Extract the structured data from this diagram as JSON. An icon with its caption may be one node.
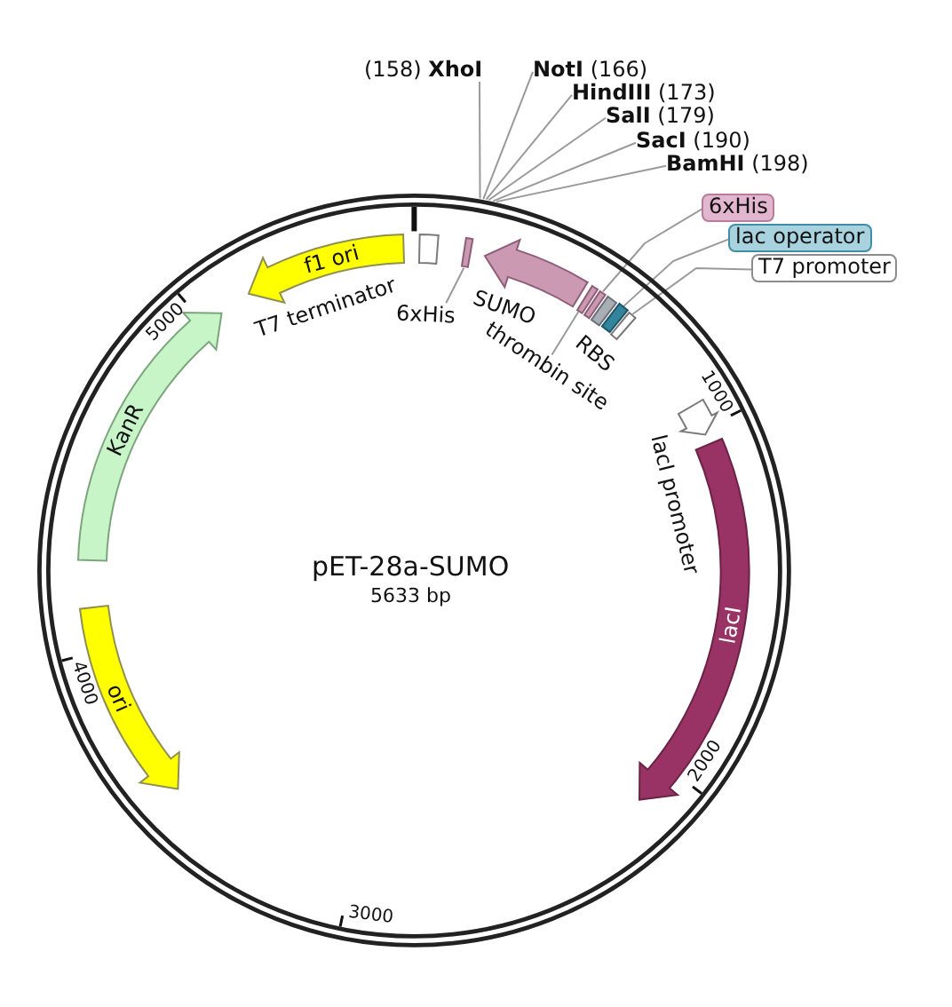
{
  "diagram": {
    "nodes": [
      {
        "text": [
          "pET-28a-SUMO",
          "5633 bp"
        ]
      },
      {
        "text": [
          "(158) **XhoI**"
        ]
      },
      {
        "text": [
          "**NotI** (166)"
        ]
      },
      {
        "text": [
          "**HindIII** (173)"
        ]
      },
      {
        "text": [
          "**SalI** (179)"
        ]
      },
      {
        "text": [
          "**SacI** (190)"
        ]
      },
      {
        "text": [
          "**BamHI** (198)"
        ]
      },
      {
        "text": [
          "6xHis"
        ]
      },
      {
        "text": [
          "lac operator"
        ]
      },
      {
        "text": [
          "T7 promoter"
        ]
      },
      {
        "text": [
          "f1 ori"
        ],
        "in": 0
      },
      {
        "text": [
          "T7 terminator"
        ],
        "in": 0
      },
      {
        "text": [],
        "shape": "bar",
        "in": 0
      },
      {
        "text": [
          "6xHis"
        ],
        "in": 0
      },
      {
        "text": [
          "SUMO"
        ],
        "in": 0
      },
      {
        "text": [],
        "shape": "bar",
        "in": 0
      },
      {
        "text": [
          "thrombin site"
        ],
        "in": 0
      },
      {
        "text": [],
        "shape": "bar",
        "in": 0
      },
      {
        "text": [
          "RBS"
        ],
        "in": 0
      },
      {
        "text": [],
        "shape": "bar",
        "in": 0
      },
      {
        "text": [],
        "shape": "bar",
        "in": 0
      },
      {
        "text": [
          "lacI promoter"
        ],
        "in": 0
      },
      {
        "text": [
          "lacI"
        ],
        "in": 0
      },
      {
        "text": [
          "ori"
        ],
        "in": 0
      },
      {
        "text": [
          "KanR"
        ],
        "in": 0
      }
    ],
    "edges": [
      {
        "from": 1,
        "to": 0,
        "arrow": "none"
      },
      {
        "from": 2,
        "to": 0,
        "arrow": "none"
      },
      {
        "from": 3,
        "to": 0,
        "arrow": "none"
      },
      {
        "from": 4,
        "to": 0,
        "arrow": "none"
      },
      {
        "from": 5,
        "to": 0,
        "arrow": "none"
      },
      {
        "from": 6,
        "to": 0,
        "arrow": "none"
      },
      {
        "from": 7,
        "to": 17,
        "arrow": "none"
      },
      {
        "from": 8,
        "to": 19,
        "arrow": "none"
      },
      {
        "from": 9,
        "to": 20,
        "arrow": "none"
      },
      {
        "from": 13,
        "to": 12,
        "arrow": "none"
      },
      {
        "from": 16,
        "to": 15,
        "arrow": "none"
      }
    ],
    "labels": [
      "1000",
      "2000",
      "3000",
      "4000",
      "5000"
    ]
  }
}
